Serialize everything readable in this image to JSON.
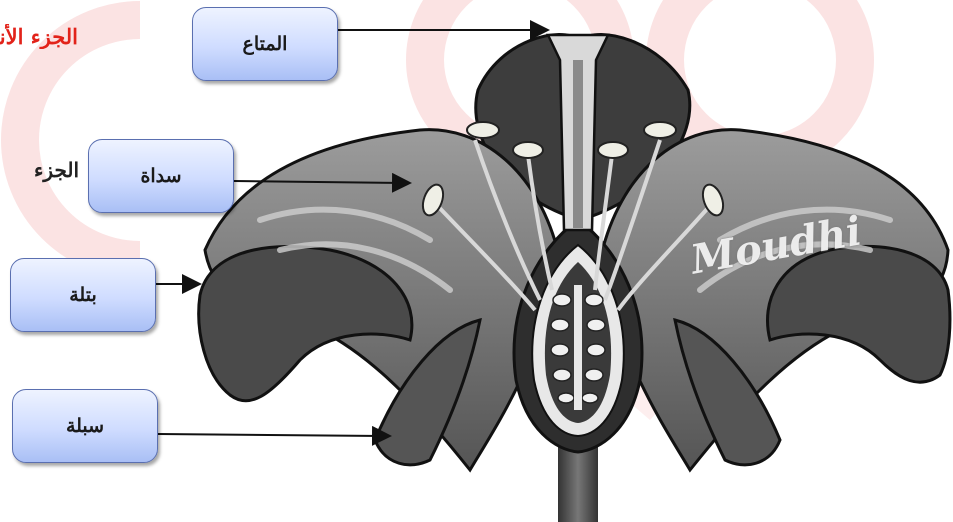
{
  "labels": {
    "stigma": "المتاع",
    "anther": "سداة",
    "petal": "بتلة",
    "sepal": "سبلة"
  },
  "side_text": {
    "female_part": "الجزء الأنثوي",
    "part": "الجزء"
  },
  "watermark_logo": "Moudhi",
  "colors": {
    "label_box_fill": "#cfdcff",
    "label_box_border": "#5a6fb0",
    "female_text": "#e2231a",
    "petal_dark": "#3a3a3a",
    "petal_mid": "#8a8a8a",
    "watermark": "#fde6e6"
  }
}
